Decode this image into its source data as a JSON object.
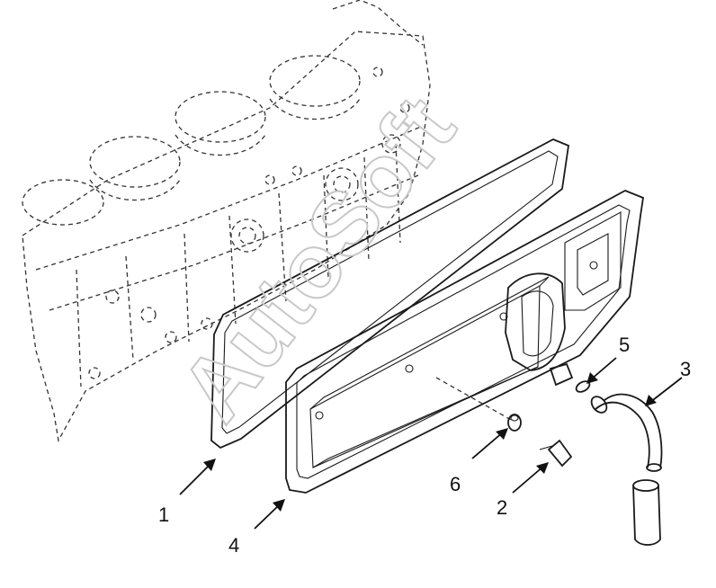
{
  "watermark": {
    "text": "AutoSoft"
  },
  "callouts": [
    {
      "id": "1",
      "label": "1"
    },
    {
      "id": "2",
      "label": "2"
    },
    {
      "id": "3",
      "label": "3"
    },
    {
      "id": "4",
      "label": "4"
    },
    {
      "id": "5",
      "label": "5"
    },
    {
      "id": "6",
      "label": "6"
    }
  ]
}
